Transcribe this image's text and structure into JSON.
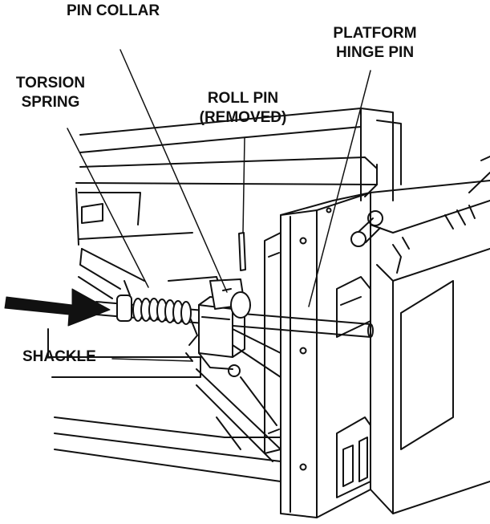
{
  "callouts": {
    "pin_collar": [
      "PIN COLLAR"
    ],
    "platform_hinge_pin": [
      "PLATFORM",
      "HINGE PIN"
    ],
    "torsion_spring": [
      "TORSION",
      "SPRING"
    ],
    "roll_pin": [
      "ROLL PIN",
      "(REMOVED)"
    ],
    "shackle": [
      "SHACKLE"
    ]
  },
  "colors": {
    "ink": "#111111",
    "background": "#ffffff"
  }
}
